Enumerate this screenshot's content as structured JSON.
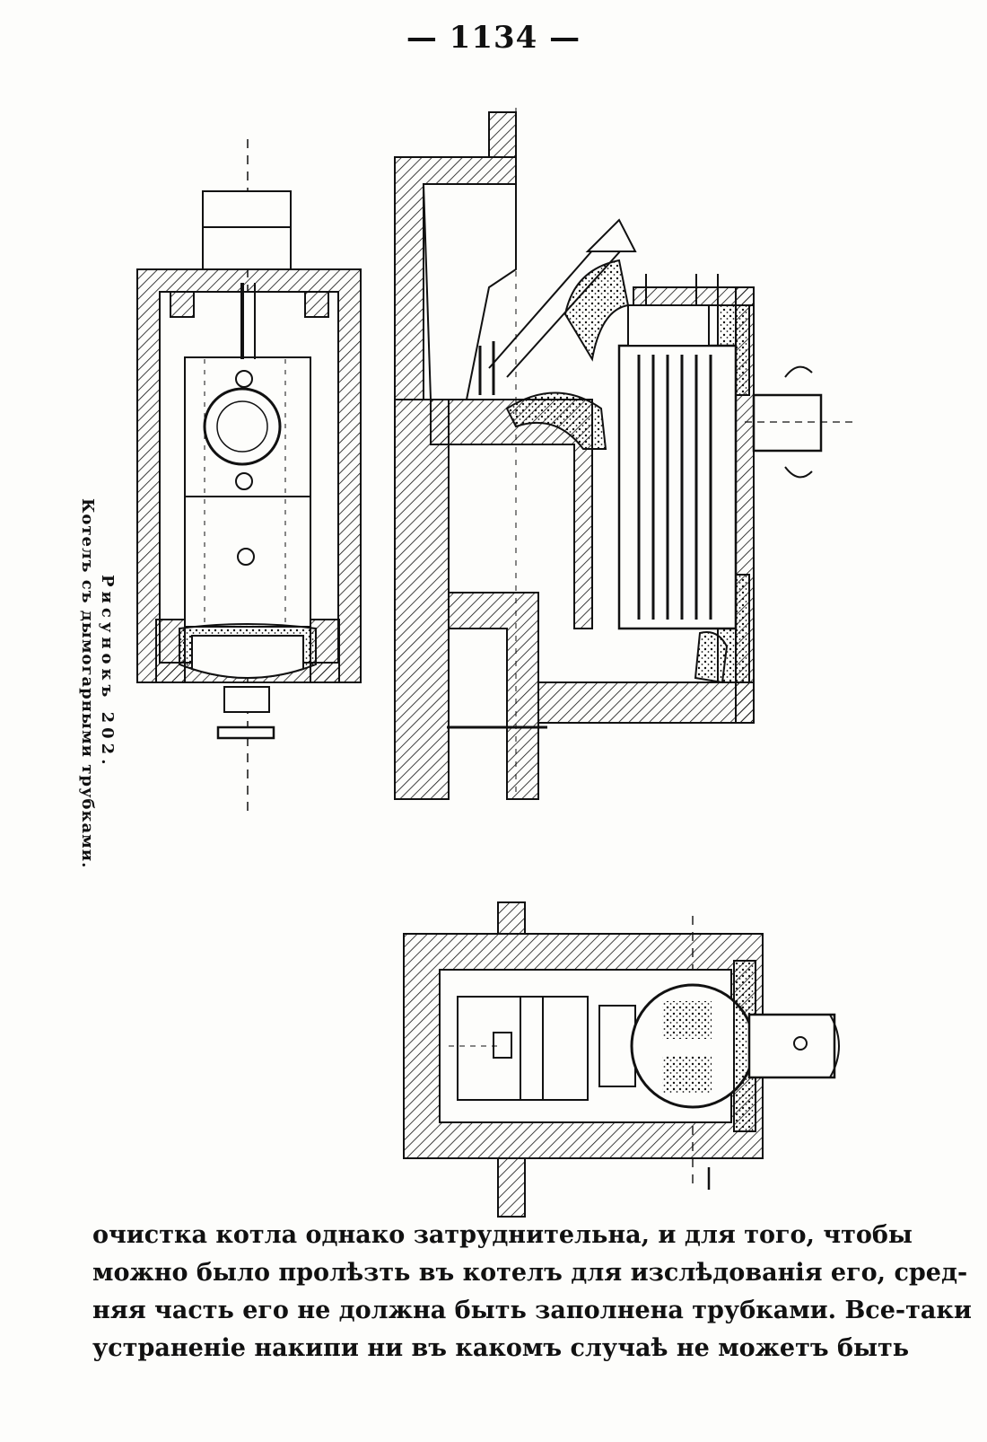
{
  "page": {
    "number": "— 1134 —"
  },
  "figure": {
    "caption_line1": "Рисунокъ 202.",
    "caption_line2": "Котелъ съ дымогарными трубками."
  },
  "body": {
    "lines": [
      "очистка котла однако затруднительна, и для того, чтобы",
      "можно было пролѣзть въ котелъ для изслѣдованія его, сред-",
      "няя часть его не должна быть заполнена трубками. Все-таки",
      "устраненіе накипи ни въ какомъ случаѣ не можетъ быть"
    ]
  }
}
